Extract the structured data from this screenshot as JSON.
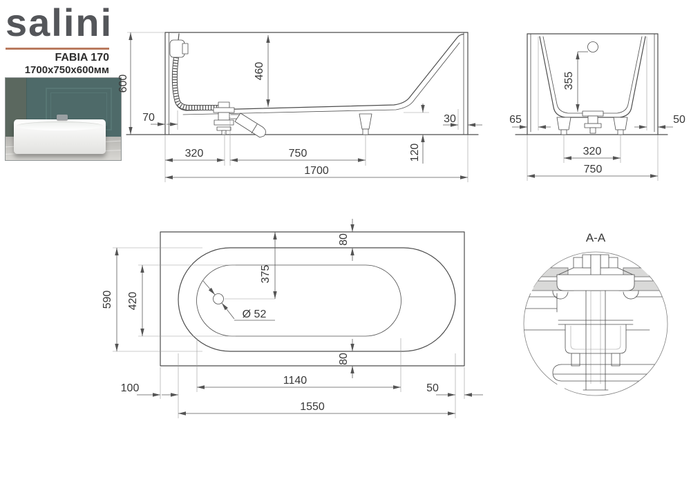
{
  "brand": {
    "logo_text": "salini",
    "model": "FABIA 170",
    "size_label": "1700x750x600мм"
  },
  "views": {
    "side": {
      "height": "600",
      "rim_inset_left": "70",
      "inner_depth": "460",
      "rim_inset_right": "30",
      "drain_offset": "320",
      "drain_to_foot": "750",
      "bottom_edge_height": "120",
      "length": "1700"
    },
    "end": {
      "overflow_height": "355",
      "rim_inset_left": "65",
      "rim_inset_right": "50",
      "feet_spacing": "320",
      "width": "750"
    },
    "top": {
      "outer_basin_width": "590",
      "inner_basin_width": "420",
      "rim_gap_top": "80",
      "drain_from_top_edge": "375",
      "drain_diameter": "Ø 52",
      "rim_gap_bottom": "80",
      "rim_left": "100",
      "inner_basin_length": "1140",
      "rim_right": "50",
      "outer_basin_length": "1550"
    },
    "section": {
      "label": "A-A"
    }
  }
}
